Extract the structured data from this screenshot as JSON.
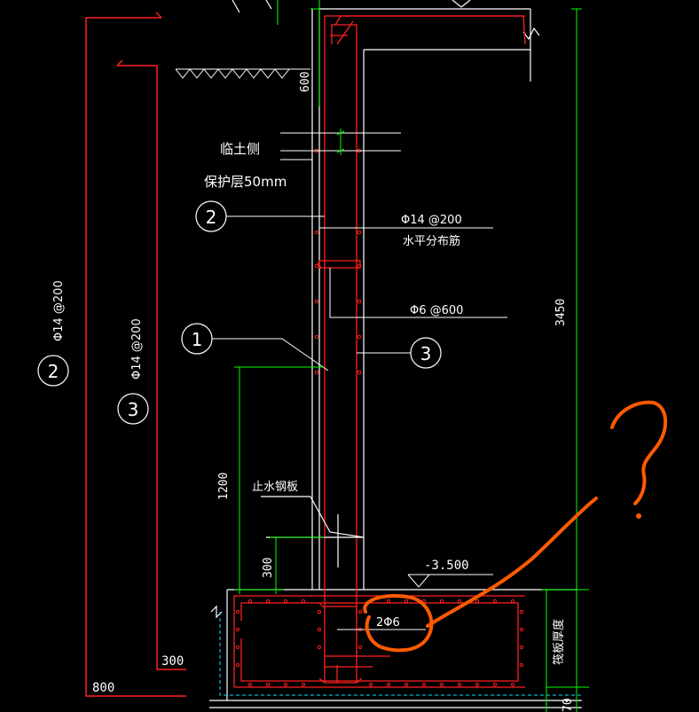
{
  "drawing": {
    "colors": {
      "background": "#000000",
      "linework": "#ffffff",
      "rebar": "#ff2020",
      "dimension": "#00ff00",
      "markup": "#ff5a00",
      "waterproof": "#00e5ff"
    },
    "labels": {
      "soil_side": "临土侧",
      "cover": "保护层50mm",
      "bar2_spec": "Φ14 @200",
      "horizontal_dist": "水平分布筋",
      "tie_spec": "Φ6 @600",
      "waterstop": "止水钢板",
      "elevation": "-3.500",
      "raft_stirrup": "2Φ6",
      "raft_thickness": "筏板厚度",
      "left_bar2_spec": "Φ14 @200",
      "left_bar3_spec": "Φ14 @200"
    },
    "callouts": {
      "c1": "1",
      "c2": "2",
      "c3": "3",
      "left_c2": "2",
      "left_c3": "3"
    },
    "dimensions": {
      "d600": "600",
      "d3450": "3450",
      "d1200": "1200",
      "d300": "300",
      "d300_hook": "300",
      "d800": "800",
      "d70": "70"
    },
    "markup": {
      "question": "?"
    }
  }
}
